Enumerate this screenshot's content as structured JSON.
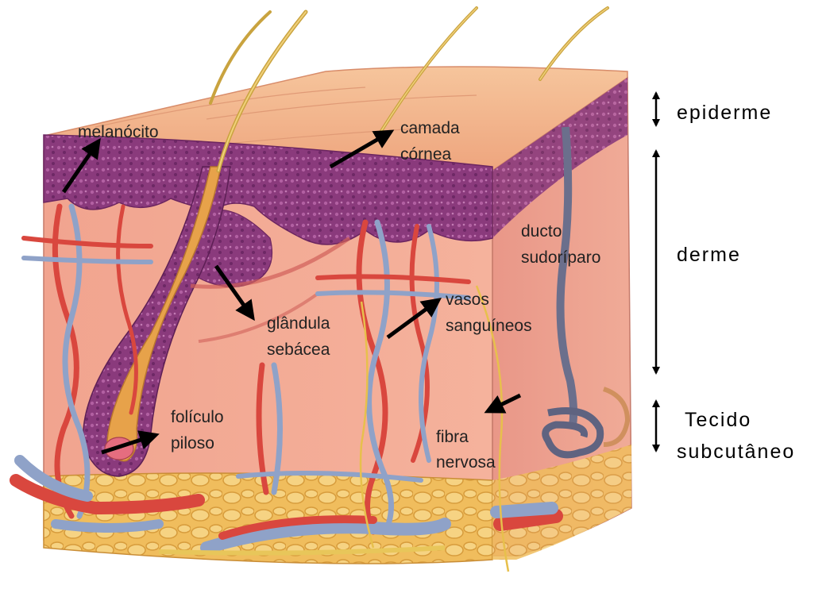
{
  "labels": {
    "melanocito": "melanócito",
    "camada_l1": "camada",
    "camada_l2": "córnea",
    "ducto_l1": "ducto",
    "ducto_l2": "sudoríparo",
    "glandula_l1": "glândula",
    "glandula_l2": "sebácea",
    "vasos_l1": "vasos",
    "vasos_l2": "sanguíneos",
    "foliculo_l1": "folículo",
    "foliculo_l2": "piloso",
    "fibra_l1": "fibra",
    "fibra_l2": "nervosa"
  },
  "layers": {
    "epiderme": "epiderme",
    "derme": "derme",
    "tecido_l1": "Tecido",
    "tecido_l2": "subcutâneo"
  },
  "colors": {
    "skin_top": "#f4b98e",
    "dermis_front": "#f2a891",
    "dermis_side": "#e8968a",
    "epidermis_cells": "#8c3a7e",
    "fat": "#f2c36a",
    "artery": "#d9473e",
    "vein": "#8fa2c8",
    "hair": "#c9a33f",
    "arrow": "#000000"
  }
}
